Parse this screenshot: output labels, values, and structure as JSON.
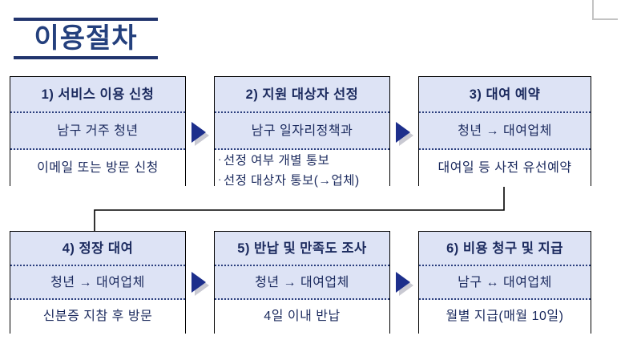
{
  "page": {
    "title": "이용절차",
    "corner_mark": "page-corner-mark",
    "accent_color": "#24407d",
    "header_fill": "#dde3f5",
    "arrow_color": "#1d2f8c",
    "arrow_shadow_color": "#c9c9d2",
    "border_color": "#000000",
    "divider_color": "#2b3f7e"
  },
  "flow": {
    "arrow_glyph": "▶",
    "bullet_glyph": "·",
    "steps": [
      {
        "id": "step-1",
        "header": "1) 서비스 이용 신청",
        "actor": "남구 거주 청년",
        "note": "이메일 또는 방문 신청",
        "note_lines": []
      },
      {
        "id": "step-2",
        "header": "2) 지원 대상자 선정",
        "actor": "남구 일자리정책과",
        "note": "",
        "note_lines": [
          "선정 여부 개별 통보",
          "선정 대상자 통보(→업체)"
        ]
      },
      {
        "id": "step-3",
        "header": "3) 대여 예약",
        "actor": "청년 → 대여업체",
        "note": "대여일 등 사전 유선예약",
        "note_lines": []
      },
      {
        "id": "step-4",
        "header": "4) 정장 대여",
        "actor": "청년 → 대여업체",
        "note": "신분증 지참 후 방문",
        "note_lines": []
      },
      {
        "id": "step-5",
        "header": "5) 반납 및 만족도 조사",
        "actor": "청년 → 대여업체",
        "note": "4일 이내 반납",
        "note_lines": []
      },
      {
        "id": "step-6",
        "header": "6) 비용 청구 및 지급",
        "actor": "남구 ↔ 대여업체",
        "note": "월별 지급(매월 10일)",
        "note_lines": []
      }
    ]
  }
}
